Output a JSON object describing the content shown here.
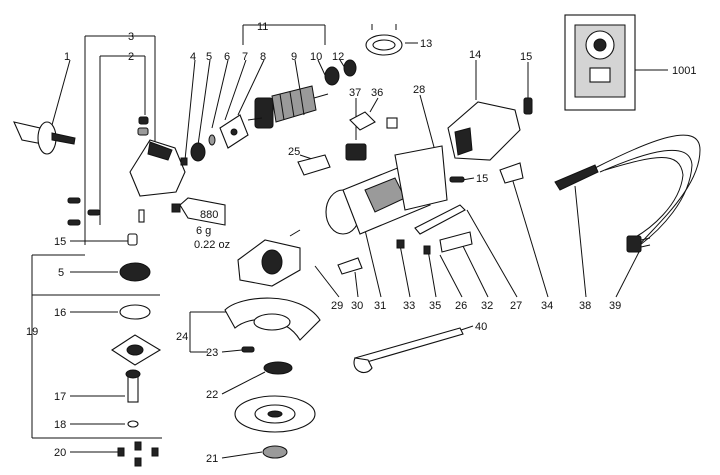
{
  "callouts": {
    "p1": "1",
    "p2": "2",
    "p3": "3",
    "p4": "4",
    "p5": "5",
    "p5b": "5",
    "p6": "6",
    "p7": "7",
    "p8": "8",
    "p9": "9",
    "p10": "10",
    "p11": "11",
    "p12": "12",
    "p13": "13",
    "p14": "14",
    "p15a": "15",
    "p15b": "15",
    "p15c": "15",
    "p16": "16",
    "p17": "17",
    "p18": "18",
    "p19": "19",
    "p20": "20",
    "p21": "21",
    "p22": "22",
    "p23": "23",
    "p24": "24",
    "p25": "25",
    "p26": "26",
    "p27": "27",
    "p28": "28",
    "p29": "29",
    "p30": "30",
    "p31": "31",
    "p32": "32",
    "p33": "33",
    "p34": "34",
    "p35": "35",
    "p36": "36",
    "p37": "37",
    "p38": "38",
    "p39": "39",
    "p40": "40",
    "p1001": "1001"
  },
  "grease_tube": {
    "code": "880",
    "weight_g": "6 g",
    "weight_oz": "0.22 oz"
  }
}
